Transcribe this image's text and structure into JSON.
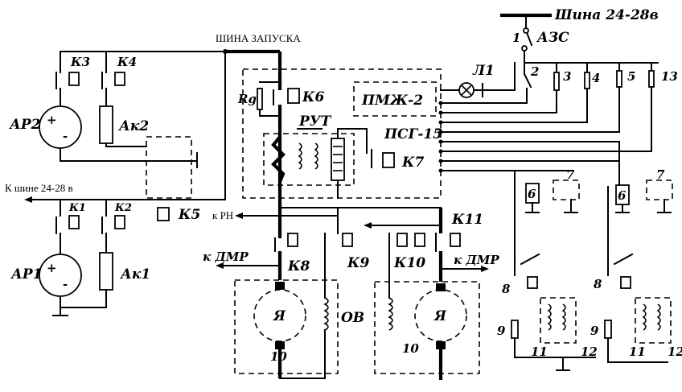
{
  "labels": {
    "bus_main": "Шина 24-28в",
    "bus_start": "ШИНА ЗАПУСКА",
    "to_bus": "К шине 24-28 в",
    "to_rn": "к РН",
    "to_dmr_left": "к ДМР",
    "to_dmr_right": "к ДМР",
    "azs": "АЗС",
    "l1": "Л1",
    "pmzh": "ПМЖ-2",
    "psg": "ПСГ-15",
    "rut": "РУТ",
    "rg": "Rg",
    "ar2": "АР2",
    "ar1": "АР1",
    "ak2": "Ак2",
    "ak1": "Ак1",
    "k1": "К1",
    "k2": "К2",
    "k3": "К3",
    "k4": "К4",
    "k5": "К5",
    "k6": "К6",
    "k7": "К7",
    "k8": "К8",
    "k9": "К9",
    "k10": "К10",
    "k11": "К11",
    "ya": "Я",
    "ov": "ОВ",
    "n1": "1",
    "n2": "2",
    "n3": "3",
    "n4": "4",
    "n5": "5",
    "n6": "6",
    "n7": "7",
    "n8": "8",
    "n9": "9",
    "n10": "10",
    "n11": "11",
    "n12": "12",
    "n13": "13"
  }
}
